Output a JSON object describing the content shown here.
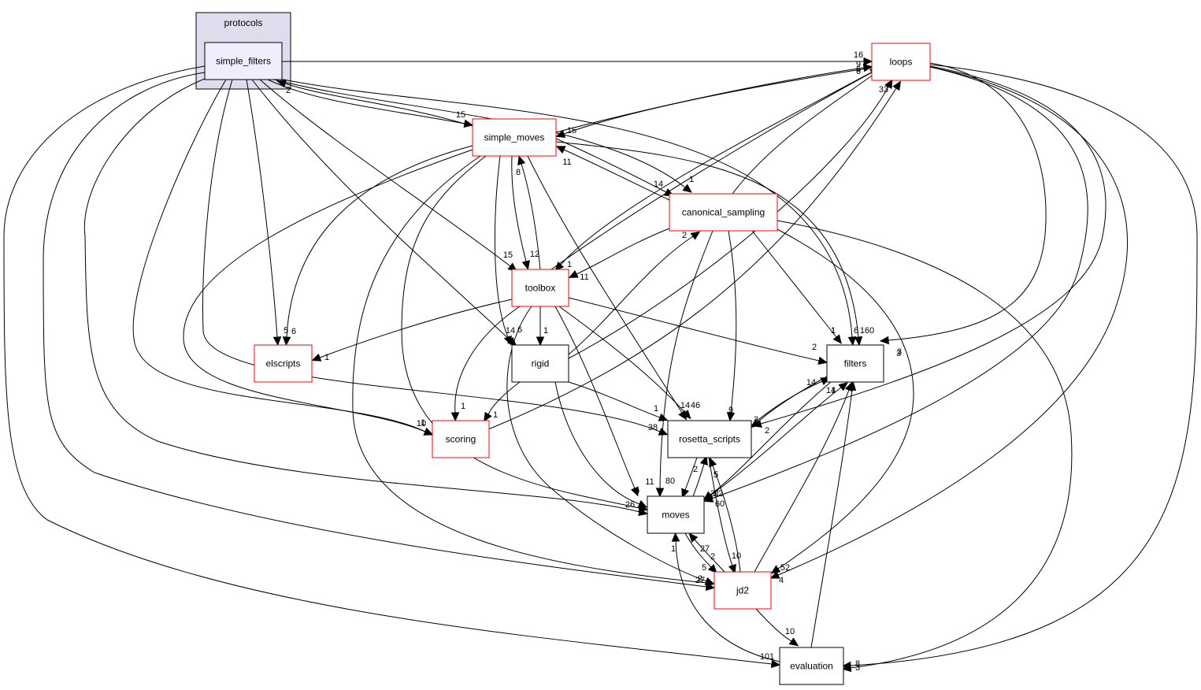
{
  "title": "simple_filters directory dependency graph",
  "colors": {
    "cluster_fill": "#ddddee",
    "cluster_stroke": "#000000",
    "focus_fill": "#eeeeff",
    "focus_stroke": "#000000",
    "red_stroke": "#ff0000",
    "black_stroke": "#000000",
    "node_fill": "#ffffff",
    "edge": "#000000"
  },
  "cluster": {
    "id": "protocols",
    "label": "protocols"
  },
  "nodes": [
    {
      "id": "simple_filters",
      "label": "simple_filters",
      "style": "focus"
    },
    {
      "id": "loops",
      "label": "loops",
      "style": "red"
    },
    {
      "id": "simple_moves",
      "label": "simple_moves",
      "style": "red"
    },
    {
      "id": "canonical_sampling",
      "label": "canonical_sampling",
      "style": "red"
    },
    {
      "id": "toolbox",
      "label": "toolbox",
      "style": "red"
    },
    {
      "id": "elscripts",
      "label": "elscripts",
      "style": "red"
    },
    {
      "id": "rigid",
      "label": "rigid",
      "style": "black"
    },
    {
      "id": "filters",
      "label": "filters",
      "style": "black"
    },
    {
      "id": "scoring",
      "label": "scoring",
      "style": "red"
    },
    {
      "id": "rosetta_scripts",
      "label": "rosetta_scripts",
      "style": "black"
    },
    {
      "id": "moves",
      "label": "moves",
      "style": "black"
    },
    {
      "id": "jd2",
      "label": "jd2",
      "style": "red"
    },
    {
      "id": "evaluation",
      "label": "evaluation",
      "style": "black"
    }
  ],
  "edges": [
    {
      "from": "simple_filters",
      "to": "loops",
      "label": "16"
    },
    {
      "from": "simple_filters",
      "to": "simple_moves",
      "label": "15"
    },
    {
      "from": "simple_filters",
      "to": "canonical_sampling",
      "label": "1"
    },
    {
      "from": "simple_filters",
      "to": "toolbox",
      "label": "15"
    },
    {
      "from": "simple_filters",
      "to": "elscripts",
      "label": "5"
    },
    {
      "from": "simple_filters",
      "to": "rigid",
      "label": "14"
    },
    {
      "from": "simple_filters",
      "to": "filters",
      "label": "6"
    },
    {
      "from": "simple_filters",
      "to": "scoring",
      "label": "10"
    },
    {
      "from": "simple_filters",
      "to": "rosetta_scripts",
      "label": "38"
    },
    {
      "from": "simple_filters",
      "to": "moves",
      "label": "26"
    },
    {
      "from": "simple_filters",
      "to": "jd2",
      "label": "27"
    },
    {
      "from": "simple_filters",
      "to": "evaluation",
      "label": "101"
    },
    {
      "from": "simple_moves",
      "to": "simple_filters",
      "label": "2"
    },
    {
      "from": "simple_moves",
      "to": "loops",
      "label": "9"
    },
    {
      "from": "simple_moves",
      "to": "toolbox",
      "label": "12"
    },
    {
      "from": "simple_moves",
      "to": "elscripts",
      "label": "6"
    },
    {
      "from": "simple_moves",
      "to": "rigid",
      "label": "6"
    },
    {
      "from": "simple_moves",
      "to": "filters",
      "label": "160"
    },
    {
      "from": "simple_moves",
      "to": "scoring",
      "label": "1"
    },
    {
      "from": "simple_moves",
      "to": "rosetta_scripts",
      "label": "46"
    },
    {
      "from": "simple_moves",
      "to": "moves",
      "label": "80"
    },
    {
      "from": "simple_moves",
      "to": "jd2",
      "label": "2"
    },
    {
      "from": "simple_moves",
      "to": "canonical_sampling",
      "label": "14"
    },
    {
      "from": "loops",
      "to": "simple_moves",
      "label": "15"
    },
    {
      "from": "loops",
      "to": "toolbox",
      "label": "1"
    },
    {
      "from": "loops",
      "to": "filters",
      "label": "3"
    },
    {
      "from": "loops",
      "to": "rosetta_scripts",
      "label": "2"
    },
    {
      "from": "loops",
      "to": "moves",
      "label": "60"
    },
    {
      "from": "loops",
      "to": "jd2",
      "label": "4"
    },
    {
      "from": "loops",
      "to": "evaluation",
      "label": "3"
    },
    {
      "from": "canonical_sampling",
      "to": "loops",
      "label": "6"
    },
    {
      "from": "canonical_sampling",
      "to": "simple_moves",
      "label": "11"
    },
    {
      "from": "canonical_sampling",
      "to": "toolbox",
      "label": "11"
    },
    {
      "from": "canonical_sampling",
      "to": "filters",
      "label": "1"
    },
    {
      "from": "canonical_sampling",
      "to": "rosetta_scripts",
      "label": "9"
    },
    {
      "from": "canonical_sampling",
      "to": "moves",
      "label": "31"
    },
    {
      "from": "canonical_sampling",
      "to": "jd2",
      "label": "52"
    },
    {
      "from": "canonical_sampling",
      "to": "evaluation",
      "label": "8"
    },
    {
      "from": "toolbox",
      "to": "loops",
      "label": "6"
    },
    {
      "from": "toolbox",
      "to": "simple_moves",
      "label": "8"
    },
    {
      "from": "toolbox",
      "to": "elscripts",
      "label": "1"
    },
    {
      "from": "toolbox",
      "to": "rigid",
      "label": "1"
    },
    {
      "from": "toolbox",
      "to": "filters",
      "label": "2"
    },
    {
      "from": "toolbox",
      "to": "scoring",
      "label": "1"
    },
    {
      "from": "toolbox",
      "to": "rosetta_scripts",
      "label": "14"
    },
    {
      "from": "toolbox",
      "to": "moves",
      "label": "11"
    },
    {
      "from": "toolbox",
      "to": "jd2",
      "label": "2"
    },
    {
      "from": "rigid",
      "to": "loops",
      "label": "33"
    },
    {
      "from": "rigid",
      "to": "canonical_sampling",
      "label": "2"
    },
    {
      "from": "rigid",
      "to": "scoring",
      "label": "1"
    },
    {
      "from": "rigid",
      "to": "rosetta_scripts",
      "label": "1"
    },
    {
      "from": "rigid",
      "to": "moves",
      "label": "9"
    },
    {
      "from": "scoring",
      "to": "loops",
      "label": "3"
    },
    {
      "from": "filters",
      "to": "rosetta_scripts",
      "label": "3"
    },
    {
      "from": "filters",
      "to": "moves",
      "label": "12"
    },
    {
      "from": "rosetta_scripts",
      "to": "filters",
      "label": "14"
    },
    {
      "from": "rosetta_scripts",
      "to": "moves",
      "label": "2"
    },
    {
      "from": "rosetta_scripts",
      "to": "jd2",
      "label": "10"
    },
    {
      "from": "moves",
      "to": "rosetta_scripts",
      "label": "5"
    },
    {
      "from": "moves",
      "to": "filters",
      "label": "14"
    },
    {
      "from": "moves",
      "to": "jd2",
      "label": "5"
    },
    {
      "from": "jd2",
      "to": "moves",
      "label": "27"
    },
    {
      "from": "jd2",
      "to": "rosetta_scripts",
      "label": "5"
    },
    {
      "from": "jd2",
      "to": "filters",
      "label": "1"
    },
    {
      "from": "jd2",
      "to": "evaluation",
      "label": "10"
    },
    {
      "from": "evaluation",
      "to": "moves",
      "label": "1"
    },
    {
      "from": "evaluation",
      "to": "filters",
      "label": "1"
    }
  ]
}
